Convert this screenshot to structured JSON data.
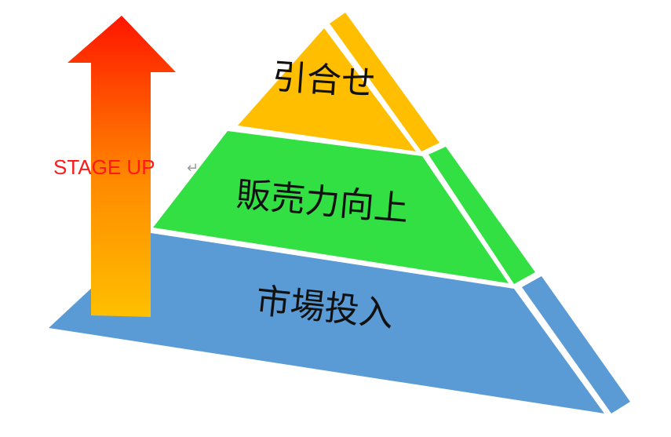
{
  "diagram": {
    "tiers": [
      {
        "name": "top",
        "label": "引合せ",
        "color": "#ffbf00"
      },
      {
        "name": "middle",
        "label": "販売力向上",
        "color": "#33e043"
      },
      {
        "name": "bottom",
        "label": "市場投入",
        "color": "#5b9bd5"
      }
    ],
    "arrow": {
      "label": "STAGE UP",
      "return_mark": "↵",
      "color_top": "#ff1500",
      "color_bottom": "#ffc000",
      "label_color": "#ff1a1a"
    }
  }
}
